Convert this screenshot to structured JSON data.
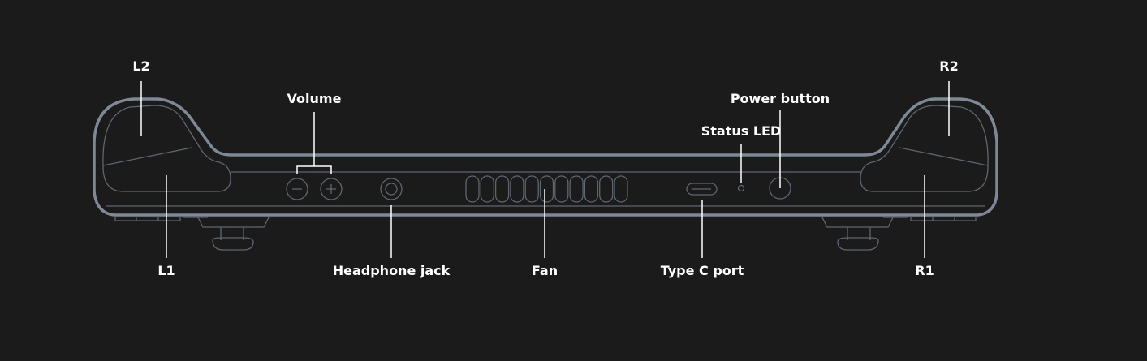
{
  "colors": {
    "background": "#1b1b1b",
    "outline": "#7f8996",
    "detail": "#5f6670",
    "leader": "#ffffff",
    "text": "#ffffff"
  },
  "labels": {
    "l2": "L2",
    "l1": "L1",
    "volume": "Volume",
    "headphone": "Headphone jack",
    "fan": "Fan",
    "status_led": "Status LED",
    "power": "Power button",
    "type_c": "Type C port",
    "r2": "R2",
    "r1": "R1"
  },
  "icons": {
    "volume_down": "minus-icon",
    "volume_up": "plus-icon"
  }
}
